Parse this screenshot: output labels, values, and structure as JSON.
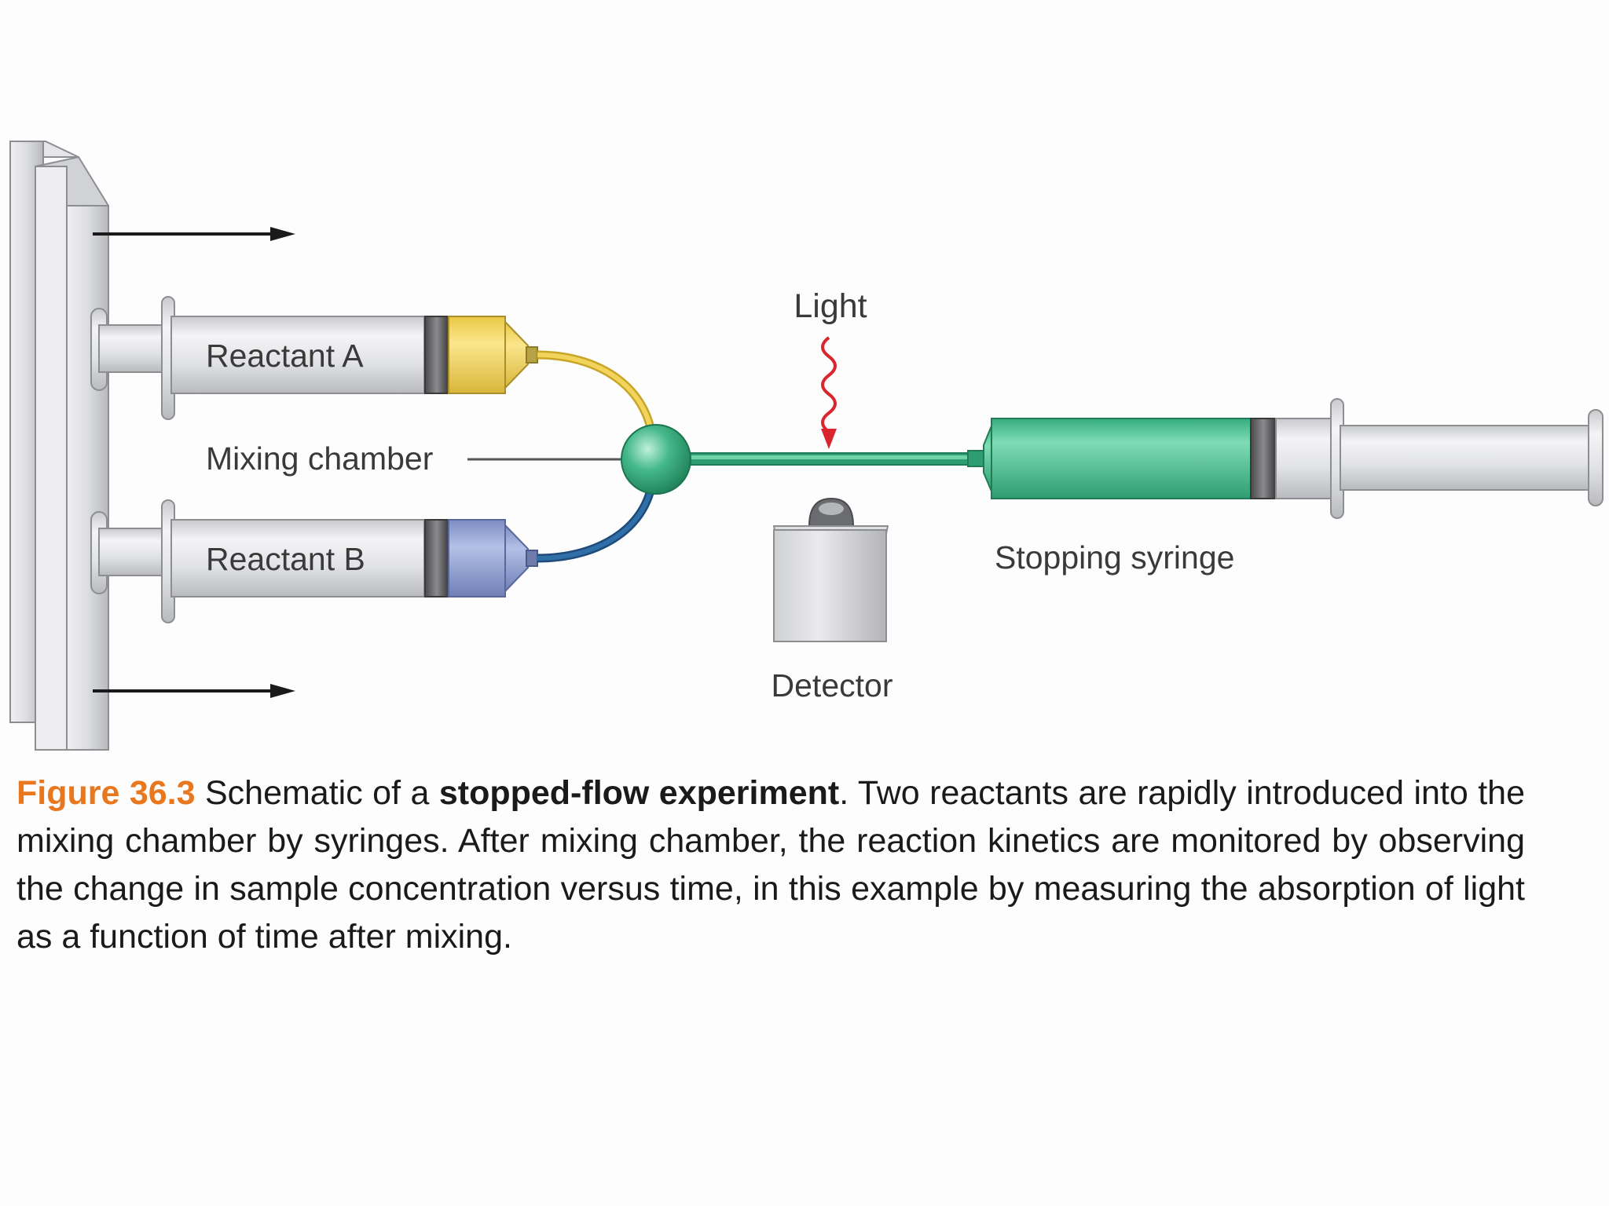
{
  "diagram": {
    "labels": {
      "reactant_a": "Reactant A",
      "reactant_b": "Reactant B",
      "mixing_chamber": "Mixing chamber",
      "light": "Light",
      "detector": "Detector",
      "stopping_syringe": "Stopping syringe"
    },
    "colors": {
      "reactant_a": "#f2d45c",
      "reactant_b": "#8f9fcf",
      "mixing": "#3fb586",
      "stopping_fluid": "#45c493",
      "light_arrow": "#d9262e",
      "barrel": "#e4e5e8"
    }
  },
  "caption": {
    "figure_label": "Figure 36.3",
    "text_1": " Schematic of a ",
    "bold": "stopped-flow experiment",
    "text_2": ". Two reactants are rapidly introduced into the mixing chamber by syringes. After mixing chamber, the reaction kinetics are monitored by observing the change in sample concentration versus time, in this example by measuring the absorption of light as a function of time after mixing."
  }
}
